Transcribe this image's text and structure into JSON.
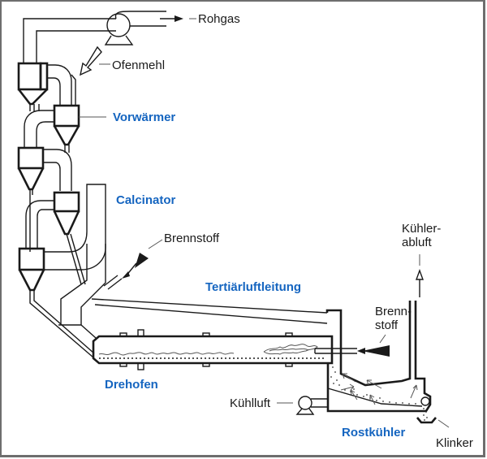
{
  "diagram": {
    "title": "Zementklinker-Brennanlage",
    "labels": {
      "rohgas": "Rohgas",
      "ofenmehl": "Ofenmehl",
      "vorwaermer": "Vorwärmer",
      "calcinator": "Calcinator",
      "brennstoff_calc": "Brennstoff",
      "tertiaerluft": "Tertiärluftleitung",
      "brennstoff_ofen_1": "Brenn-",
      "brennstoff_ofen_2": "stoff",
      "kuehlerabluft_1": "Kühler-",
      "kuehlerabluft_2": "abluft",
      "drehofen": "Drehofen",
      "kuehlluft": "Kühlluft",
      "rostkuehler": "Rostkühler",
      "klinker": "Klinker"
    },
    "colors": {
      "component_label": "#1565c0",
      "flow_label": "#1a1a1a",
      "line": "#1a1a1a",
      "frame": "#6e6e6e"
    }
  }
}
